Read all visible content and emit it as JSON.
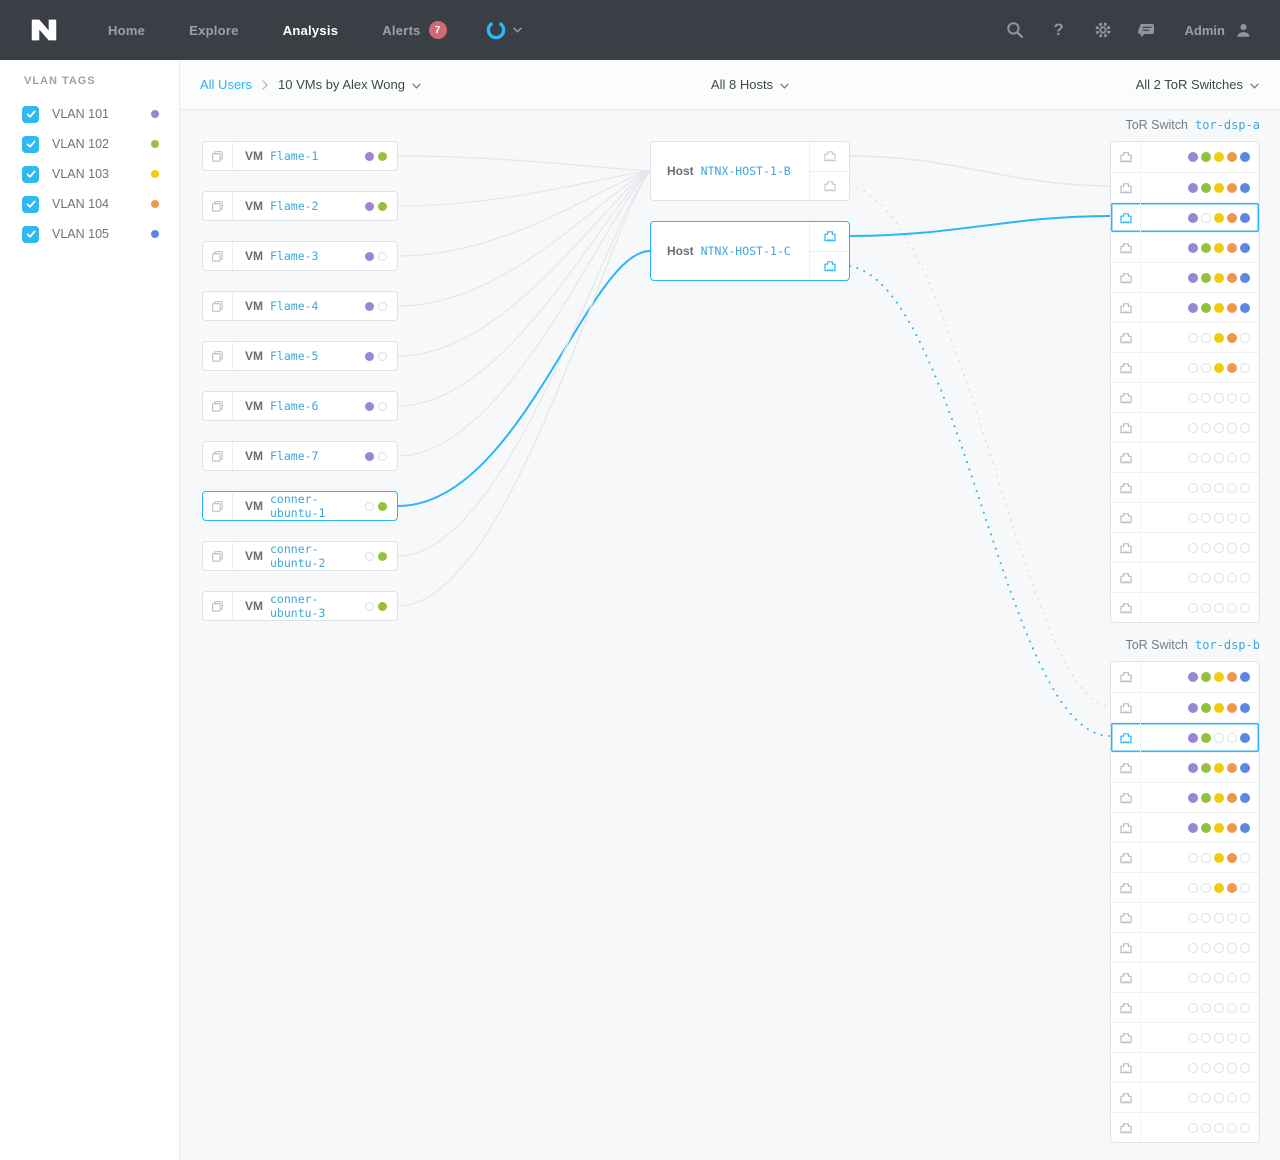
{
  "colors": {
    "accent": "#29b6f6",
    "link_blue": "#2db3ea",
    "entity_name_blue": "#3fa6da",
    "inactive_line": "#e3e6ea",
    "inactive_dotted_line": "#d4d8dd",
    "vlan_purple": "#9b85d6",
    "vlan_green": "#95c13e",
    "vlan_yellow": "#f1cd0a",
    "vlan_orange": "#ef984d",
    "vlan_blue": "#5b87e2"
  },
  "icons": {
    "brand": "nutanix-n-logo",
    "loading": "spinner-arc",
    "search": "magnifier",
    "help": "?",
    "settings": "gear",
    "messages": "chat-bubble",
    "user": "person-silhouette",
    "vm": "clone-squares",
    "port": "ethernet-port",
    "dropdown": "chevron-down",
    "crumb_separator": "chevron-right",
    "checkbox": "check-mark"
  },
  "navbar": {
    "items": [
      {
        "label": "Home",
        "active": false
      },
      {
        "label": "Explore",
        "active": false
      },
      {
        "label": "Analysis",
        "active": true
      },
      {
        "label": "Alerts",
        "active": false,
        "badge": "7"
      }
    ],
    "user_label": "Admin"
  },
  "sidebar": {
    "title": "VLAN TAGS",
    "items": [
      {
        "label": "VLAN 101",
        "checked": true,
        "color": "#9b85d6"
      },
      {
        "label": "VLAN 102",
        "checked": true,
        "color": "#95c13e"
      },
      {
        "label": "VLAN 103",
        "checked": true,
        "color": "#f1cd0a"
      },
      {
        "label": "VLAN 104",
        "checked": true,
        "color": "#ef984d"
      },
      {
        "label": "VLAN 105",
        "checked": true,
        "color": "#5b87e2"
      }
    ]
  },
  "breadcrumb": {
    "root": "All Users",
    "current": "10 VMs by Alex Wong",
    "hosts_filter": "All 8 Hosts",
    "switches_filter": "All 2 ToR Switches"
  },
  "vms": [
    {
      "label": "VM",
      "name": "Flame-1",
      "dots": [
        1,
        1
      ],
      "selected": false
    },
    {
      "label": "VM",
      "name": "Flame-2",
      "dots": [
        1,
        1
      ],
      "selected": false
    },
    {
      "label": "VM",
      "name": "Flame-3",
      "dots": [
        1,
        0
      ],
      "selected": false
    },
    {
      "label": "VM",
      "name": "Flame-4",
      "dots": [
        1,
        0
      ],
      "selected": false
    },
    {
      "label": "VM",
      "name": "Flame-5",
      "dots": [
        1,
        0
      ],
      "selected": false
    },
    {
      "label": "VM",
      "name": "Flame-6",
      "dots": [
        1,
        0
      ],
      "selected": false
    },
    {
      "label": "VM",
      "name": "Flame-7",
      "dots": [
        1,
        0
      ],
      "selected": false
    },
    {
      "label": "VM",
      "name": "conner-ubuntu-1",
      "dots": [
        0,
        1
      ],
      "selected": true
    },
    {
      "label": "VM",
      "name": "conner-ubuntu-2",
      "dots": [
        0,
        1
      ],
      "selected": false
    },
    {
      "label": "VM",
      "name": "conner-ubuntu-3",
      "dots": [
        0,
        1
      ],
      "selected": false
    }
  ],
  "hosts": [
    {
      "label": "Host",
      "name": "NTNX-HOST-1-B",
      "ports": 2,
      "selected": false
    },
    {
      "label": "Host",
      "name": "NTNX-HOST-1-C",
      "ports": 2,
      "selected": true
    }
  ],
  "switches": [
    {
      "label": "ToR Switch",
      "name": "tor-dsp-a",
      "selected_row": 2,
      "rows": [
        [
          1,
          1,
          1,
          1,
          1
        ],
        [
          1,
          1,
          1,
          1,
          1
        ],
        [
          1,
          0,
          1,
          1,
          1
        ],
        [
          1,
          1,
          1,
          1,
          1
        ],
        [
          1,
          1,
          1,
          1,
          1
        ],
        [
          1,
          1,
          1,
          1,
          1
        ],
        [
          0,
          0,
          1,
          1,
          0
        ],
        [
          0,
          0,
          1,
          1,
          0
        ],
        [
          0,
          0,
          0,
          0,
          0
        ],
        [
          0,
          0,
          0,
          0,
          0
        ],
        [
          0,
          0,
          0,
          0,
          0
        ],
        [
          0,
          0,
          0,
          0,
          0
        ],
        [
          0,
          0,
          0,
          0,
          0
        ],
        [
          0,
          0,
          0,
          0,
          0
        ],
        [
          0,
          0,
          0,
          0,
          0
        ],
        [
          0,
          0,
          0,
          0,
          0
        ]
      ]
    },
    {
      "label": "ToR Switch",
      "name": "tor-dsp-b",
      "selected_row": 2,
      "rows": [
        [
          1,
          1,
          1,
          1,
          1
        ],
        [
          1,
          1,
          1,
          1,
          1
        ],
        [
          1,
          1,
          0,
          0,
          1
        ],
        [
          1,
          1,
          1,
          1,
          1
        ],
        [
          1,
          1,
          1,
          1,
          1
        ],
        [
          1,
          1,
          1,
          1,
          1
        ],
        [
          0,
          0,
          1,
          1,
          0
        ],
        [
          0,
          0,
          1,
          1,
          0
        ],
        [
          0,
          0,
          0,
          0,
          0
        ],
        [
          0,
          0,
          0,
          0,
          0
        ],
        [
          0,
          0,
          0,
          0,
          0
        ],
        [
          0,
          0,
          0,
          0,
          0
        ],
        [
          0,
          0,
          0,
          0,
          0
        ],
        [
          0,
          0,
          0,
          0,
          0
        ],
        [
          0,
          0,
          0,
          0,
          0
        ],
        [
          0,
          0,
          0,
          0,
          0
        ]
      ]
    }
  ],
  "connections": {
    "vm_to_host": [
      {
        "vm": 0,
        "host": 0,
        "active": false
      },
      {
        "vm": 1,
        "host": 0,
        "active": false
      },
      {
        "vm": 2,
        "host": 0,
        "active": false
      },
      {
        "vm": 3,
        "host": 0,
        "active": false
      },
      {
        "vm": 4,
        "host": 0,
        "active": false
      },
      {
        "vm": 5,
        "host": 0,
        "active": false
      },
      {
        "vm": 6,
        "host": 0,
        "active": false
      },
      {
        "vm": 7,
        "host": 1,
        "active": true
      },
      {
        "vm": 8,
        "host": 0,
        "active": false
      },
      {
        "vm": 9,
        "host": 0,
        "active": false
      }
    ],
    "host_uplinks": [
      {
        "host": 0,
        "port": 0,
        "switch": 0,
        "row": 1,
        "style": "solid",
        "active": false
      },
      {
        "host": 0,
        "port": 1,
        "switch": 1,
        "row": 1,
        "style": "dotted",
        "active": false
      },
      {
        "host": 1,
        "port": 0,
        "switch": 0,
        "row": 2,
        "style": "solid",
        "active": true
      },
      {
        "host": 1,
        "port": 1,
        "switch": 1,
        "row": 2,
        "style": "dotted",
        "active": true
      }
    ]
  }
}
